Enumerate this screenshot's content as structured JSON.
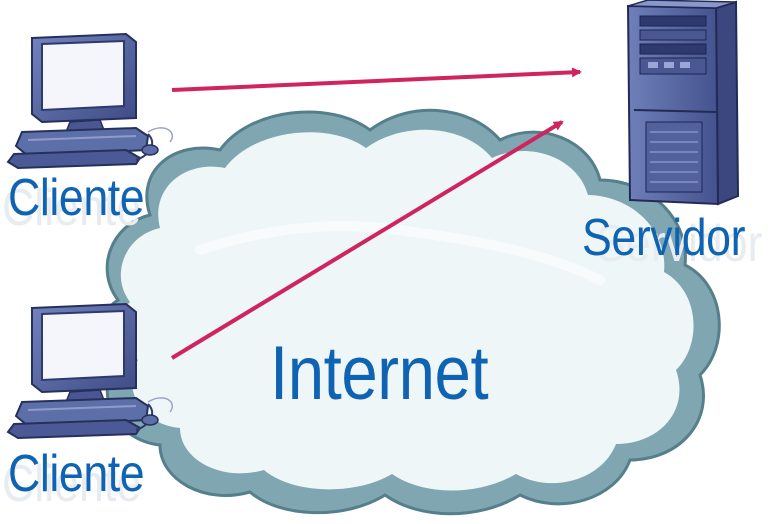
{
  "diagram": {
    "cloud_label": "Internet",
    "clients": [
      {
        "label": "Cliente"
      },
      {
        "label": "Cliente"
      }
    ],
    "server": {
      "label": "Servidor"
    }
  },
  "colors": {
    "label_text": "#0f63b3",
    "arrow": "#d0245e",
    "cloud_fill": "#eaf4f7",
    "cloud_shadow": "#6e9aa6",
    "device_body": "#5c6fa8",
    "device_dark": "#2e3a6e",
    "screen": "#f4f6fb"
  }
}
